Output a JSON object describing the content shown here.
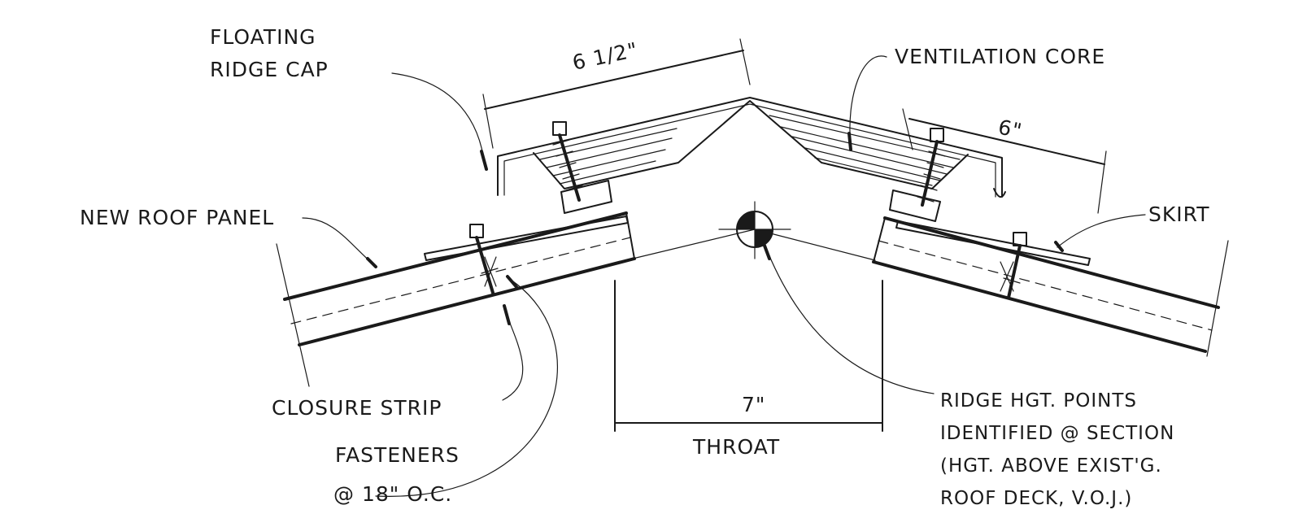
{
  "labels": {
    "floating_ridge_cap_1": "FLOATING",
    "floating_ridge_cap_2": "RIDGE CAP",
    "ventilation_core": "VENTILATION CORE",
    "dim_left": "6 1/2\"",
    "dim_right": "6\"",
    "new_roof_panel": "NEW ROOF PANEL",
    "skirt": "SKIRT",
    "closure_strip": "CLOSURE STRIP",
    "fasteners_1": "FASTENERS",
    "fasteners_2": "@ 18\" O.C.",
    "throat_dim": "7\"",
    "throat": "THROAT",
    "ridge_note_1": "RIDGE HGT. POINTS",
    "ridge_note_2": "IDENTIFIED @ SECTION",
    "ridge_note_3": "(HGT. ABOVE EXIST'G.",
    "ridge_note_4": "ROOF DECK, V.O.J.)"
  },
  "colors": {
    "ink": "#1a1a1a",
    "paper": "#ffffff"
  }
}
